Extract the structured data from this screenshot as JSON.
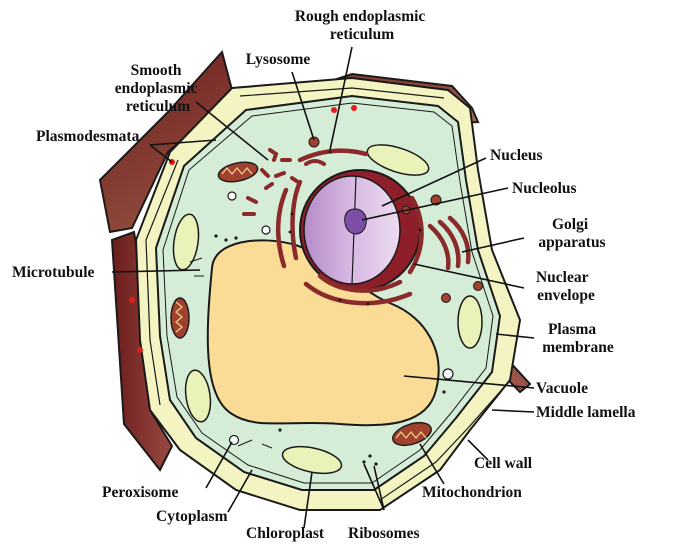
{
  "labels": {
    "rough_er": [
      "Rough endoplasmic",
      "reticulum"
    ],
    "lysosome": "Lysosome",
    "smooth_er": [
      "Smooth",
      "endoplasmic",
      "reticulum"
    ],
    "plasmodesmata": "Plasmodesmata",
    "nucleus": "Nucleus",
    "nucleolus": "Nucleolus",
    "golgi": [
      "Golgi",
      "apparatus"
    ],
    "microtubule": "Microtubule",
    "nuclear_envelope": [
      "Nuclear",
      "envelope"
    ],
    "plasma_membrane": [
      "Plasma",
      "membrane"
    ],
    "vacuole": "Vacuole",
    "middle_lamella": "Middle lamella",
    "cell_wall": "Cell wall",
    "mitochondrion": "Mitochondrion",
    "peroxisome": "Peroxisome",
    "cytoplasm": "Cytoplasm",
    "chloroplast": "Chloroplast",
    "ribosomes": "Ribosomes"
  },
  "colors": {
    "cell_wall": "#f4f4c2",
    "cytoplasm": "#d5ecd7",
    "vacuole": "#fbdc96",
    "nucleus_front": "#c9a6d6",
    "nucleus_dark": "#8e1f2a",
    "nucleolus": "#7d4ea6",
    "organelle": "#8a2a2a",
    "chloroplast": "#e9f2b9",
    "neighbor_wall": "#b07868",
    "plasmodesmata_dot": "#e21b1b"
  }
}
